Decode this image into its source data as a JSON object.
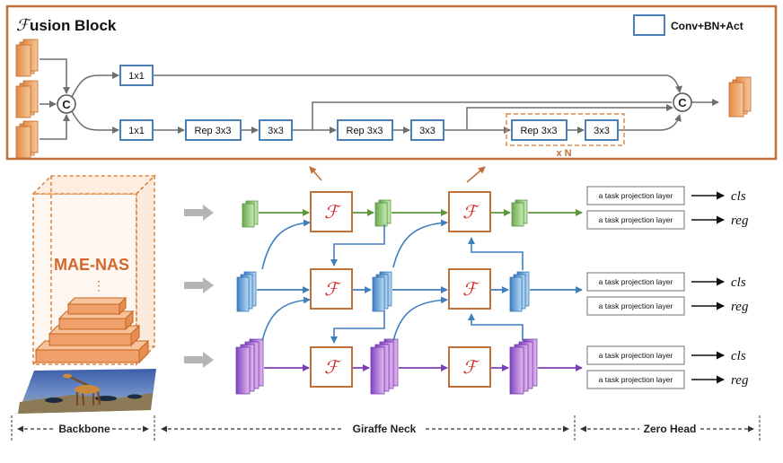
{
  "fusion_block": {
    "title_prefix": "ℱ",
    "title_rest": "usion Block",
    "legend_label": "Conv+BN+Act",
    "concat_symbol": "C",
    "top_branch_conv": "1x1",
    "bottom_branch_conv": "1x1",
    "rep1": "Rep 3x3",
    "conv1": "3x3",
    "rep2": "Rep 3x3",
    "conv2": "3x3",
    "rep3": "Rep 3x3",
    "conv3": "3x3",
    "repeat_label": "x N"
  },
  "backbone": {
    "label": "MAE-NAS",
    "dots": "⋮"
  },
  "neck": {
    "fusion_symbol": "ℱ"
  },
  "heads": {
    "projection_label": "a task projection layer",
    "outputs": [
      "cls",
      "reg",
      "cls",
      "reg",
      "cls",
      "reg"
    ]
  },
  "sections": {
    "backbone": "Backbone",
    "neck": "Giraffe Neck",
    "head": "Zero Head"
  },
  "colors": {
    "orange_border": "#c0713a",
    "conv_blue": "#4a80b5",
    "green": "#6aa84f",
    "blue_feature": "#4f90cc",
    "purple": "#8e56c8",
    "fusion_red": "#d62b2b"
  }
}
